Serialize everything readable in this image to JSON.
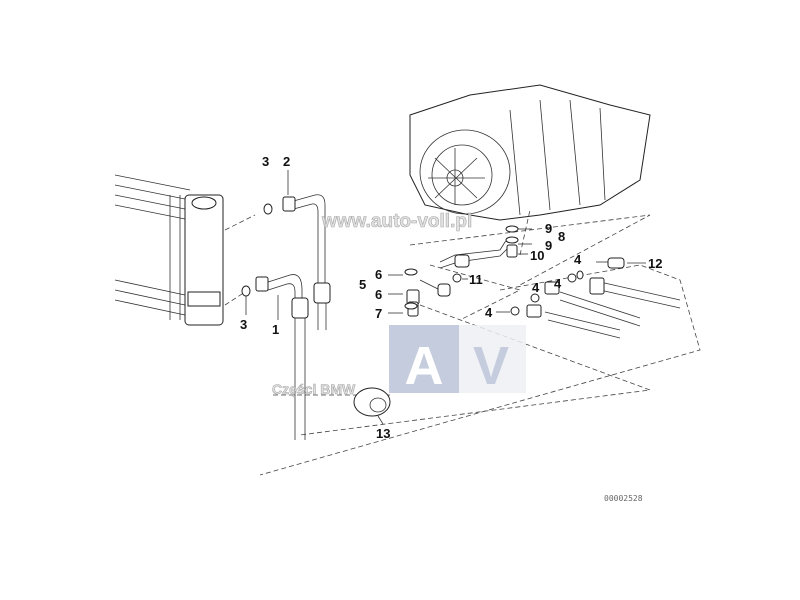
{
  "diagram": {
    "callouts": [
      "1",
      "2",
      "3",
      "3",
      "4",
      "4",
      "4",
      "4",
      "5",
      "6",
      "6",
      "7",
      "8",
      "9",
      "9",
      "10",
      "11",
      "12",
      "13"
    ],
    "reference_number": "00002528"
  },
  "watermarks": {
    "url": "www.auto-voll.pl",
    "logo_letters": [
      "A",
      "V"
    ],
    "caption": "Części BMW"
  }
}
